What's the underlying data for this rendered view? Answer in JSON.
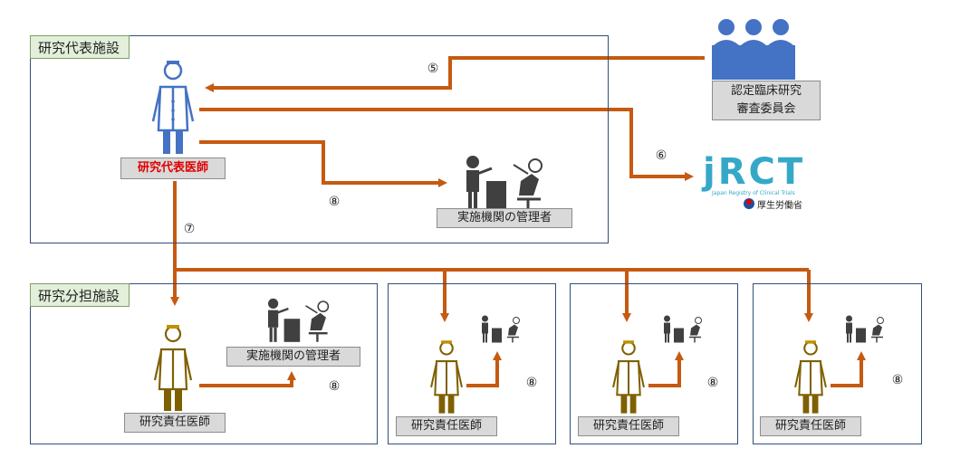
{
  "main_site": {
    "title": "研究代表施設",
    "representative_label": "研究代表医師",
    "admin_label": "実施機関の管理者"
  },
  "sub_site": {
    "title": "研究分担施設",
    "doctor_label": "研究責任医師",
    "admin_label": "実施機関の管理者"
  },
  "other_sites": [
    {
      "doctor_label": "研究責任医師"
    },
    {
      "doctor_label": "研究責任医師"
    },
    {
      "doctor_label": "研究責任医師"
    }
  ],
  "committee": {
    "line1": "認定臨床研究",
    "line2": "審査委員会"
  },
  "jrct": {
    "logo_letters": "jRCT",
    "subtitle": "Japan Registry of Clinical Trials",
    "ministry": "厚生労働省"
  },
  "markers": {
    "five": "⑤",
    "six": "⑥",
    "seven": "⑦",
    "eight": "⑧"
  },
  "colors": {
    "arrow": "#c55a11",
    "doctor_blue": "#4472c4",
    "doctor_olive": "#7f6000",
    "committee_blue": "#4472c4",
    "tab_green": "#e2efd9"
  }
}
